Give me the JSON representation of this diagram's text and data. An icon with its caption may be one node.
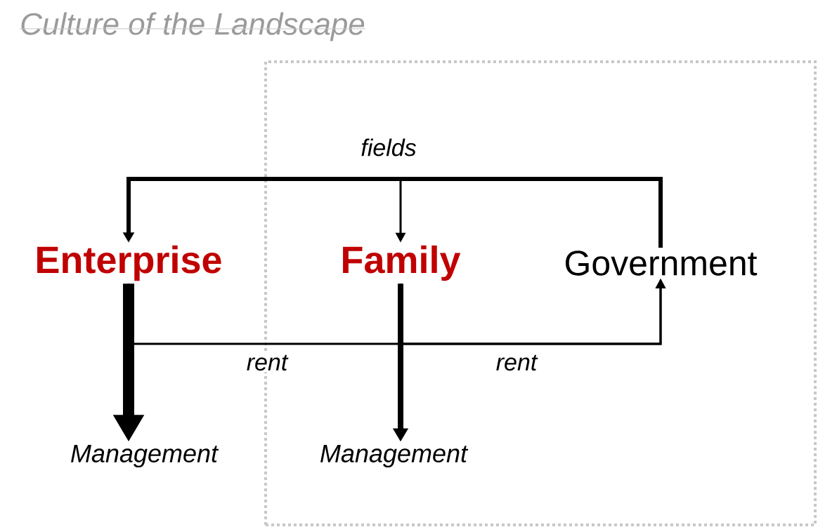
{
  "diagram": {
    "title": "Culture of the Landscape",
    "nodes": [
      {
        "text": [],
        "shape": "box"
      },
      {
        "text": [
          "Enterprise"
        ]
      },
      {
        "text": [
          "Family"
        ],
        "in": 0
      },
      {
        "text": [
          "Government"
        ],
        "in": 0
      },
      {
        "text": [
          "Management"
        ]
      },
      {
        "text": [
          "Management"
        ],
        "in": 0
      }
    ],
    "edges": [
      {
        "from": 3,
        "to": 1,
        "arrow": "to",
        "label": "fields",
        "style": "thick"
      },
      {
        "from": 3,
        "to": 2,
        "arrow": "to"
      },
      {
        "from": 1,
        "to": 3,
        "arrow": "to",
        "label": "rent"
      },
      {
        "from": 2,
        "to": 3,
        "arrow": "to",
        "label": "rent"
      },
      {
        "from": 1,
        "to": 4,
        "arrow": "to",
        "style": "thick"
      },
      {
        "from": 2,
        "to": 5,
        "arrow": "to",
        "style": "thick"
      }
    ]
  }
}
